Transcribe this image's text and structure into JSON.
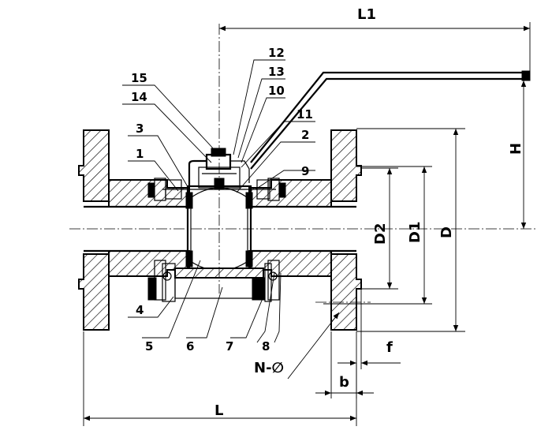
{
  "part_labels": [
    "1",
    "2",
    "3",
    "4",
    "5",
    "6",
    "7",
    "8",
    "9",
    "10",
    "11",
    "12",
    "13",
    "14",
    "15"
  ],
  "dimensions": {
    "overall_length": "L",
    "handle_length": "L1",
    "height": "H",
    "flange_diameter": "D",
    "bolt_circle_diameter": "D1",
    "raised_face_diameter": "D2",
    "raised_face_thickness": "f",
    "flange_thickness": "b",
    "bolt_holes": "N-∅"
  }
}
